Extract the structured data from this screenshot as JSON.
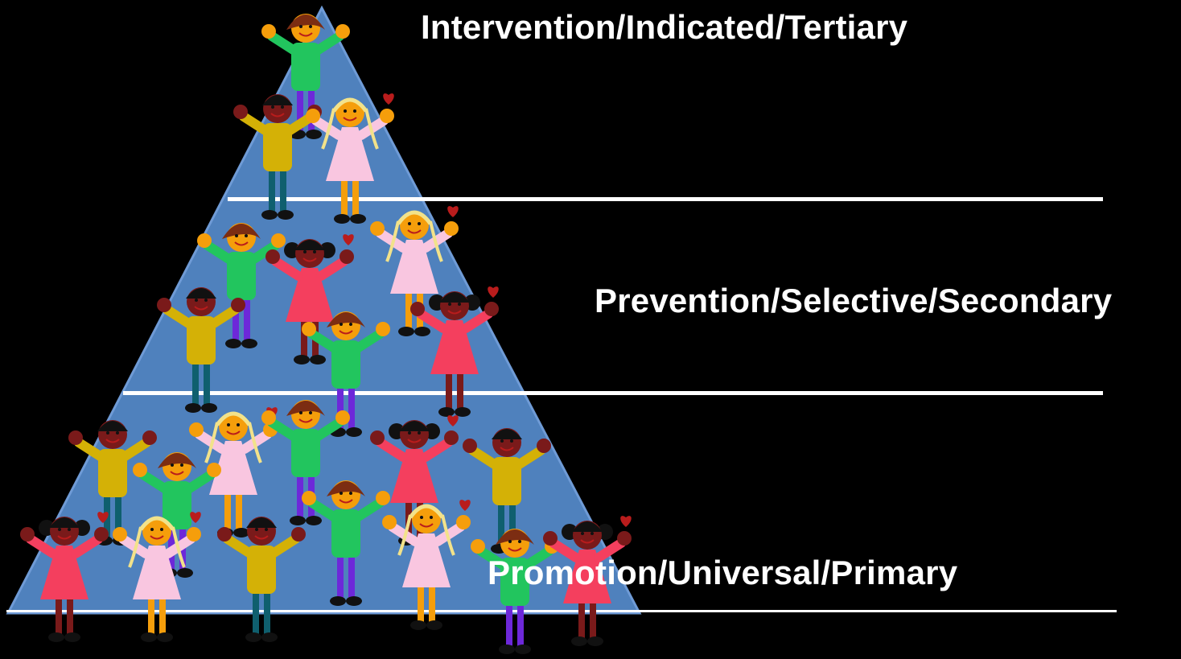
{
  "tiers": {
    "top": "Intervention/Indicated/Tertiary",
    "middle": "Prevention/Selective/Secondary",
    "bottom": "Promotion/Universal/Primary"
  },
  "colors": {
    "background": "#000000",
    "pyramid": "#4f81bd",
    "text": "#ffffff"
  },
  "icons": {
    "figures": "child-figure-icon",
    "hearts": "heart-icon"
  }
}
